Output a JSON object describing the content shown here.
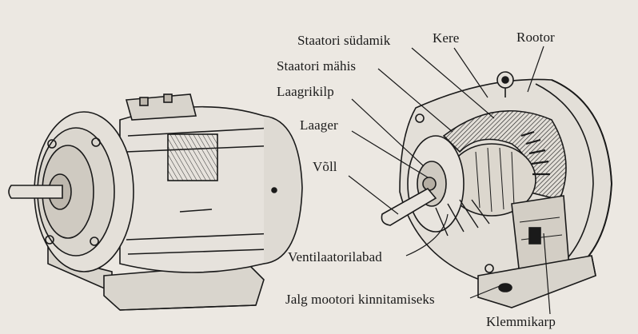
{
  "labels": {
    "stator_core": "Staatori südamik",
    "housing": "Kere",
    "rotor": "Rootor",
    "stator_winding": "Staatori mähis",
    "end_shield": "Laagrikilp",
    "bearing": "Laager",
    "shaft": "Võll",
    "fan_blades": "Ventilaatorilabad",
    "mounting_foot": "Jalg mootori kinnitamiseks",
    "terminal_box": "Klemmikarp"
  },
  "colors": {
    "paper": "#ece8e2",
    "ink": "#1a1a1a"
  }
}
